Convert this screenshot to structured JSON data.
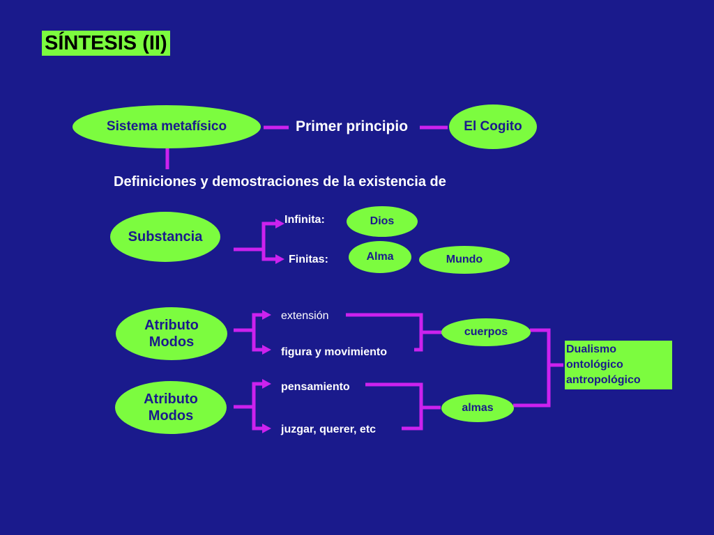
{
  "title": "SÍNTESIS (II)",
  "nodes": {
    "sistema": "Sistema metafísico",
    "primer_principio": "Primer principio",
    "cogito": "El Cogito",
    "definiciones": "Definiciones y demostraciones de la existencia de",
    "substancia": "Substancia",
    "infinita": "Infinita:",
    "dios": "Dios",
    "finitas": "Finitas:",
    "alma": "Alma",
    "mundo": "Mundo",
    "atributo1": "Atributo",
    "modos1": "Modos",
    "extension": "extensión",
    "figura": "figura y movimiento",
    "cuerpos": "cuerpos",
    "atributo2": "Atributo",
    "modos2": "Modos",
    "pensamiento": "pensamiento",
    "juzgar": "juzgar, querer, etc",
    "almas": "almas",
    "dualismo_1": "Dualismo",
    "dualismo_2": "ontológico",
    "dualismo_3": "antropológico"
  },
  "colors": {
    "background": "#1a1a8c",
    "node_fill": "#7CFC3F",
    "connector": "#cc22ee",
    "text_light": "#ffffff"
  }
}
